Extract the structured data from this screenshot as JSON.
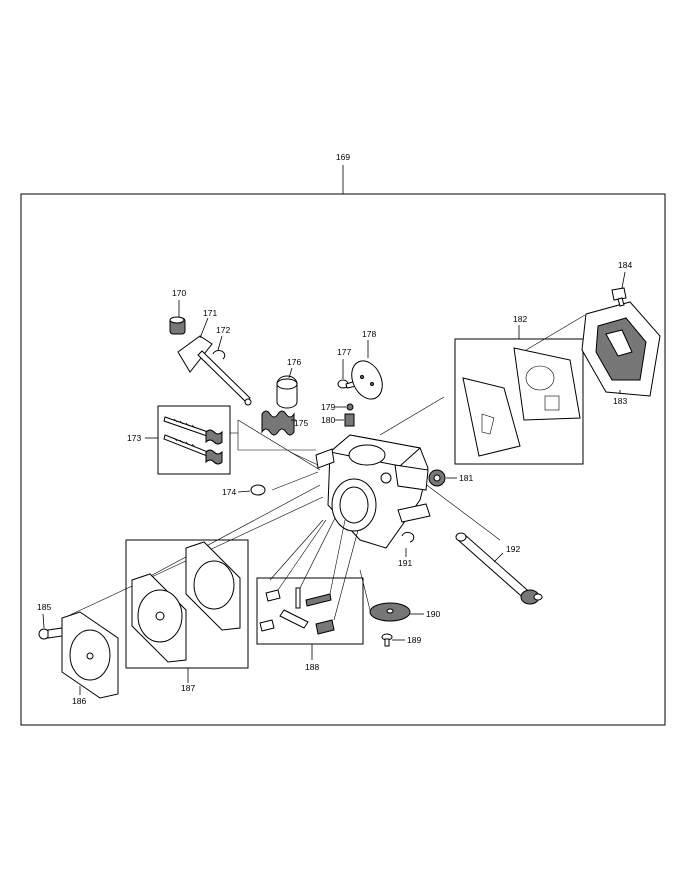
{
  "diagram": {
    "assembly_label": "169",
    "parts": [
      {
        "id": "p170",
        "label": "170"
      },
      {
        "id": "p171",
        "label": "171"
      },
      {
        "id": "p172",
        "label": "172"
      },
      {
        "id": "p173",
        "label": "173"
      },
      {
        "id": "p174",
        "label": "174"
      },
      {
        "id": "p175",
        "label": "175"
      },
      {
        "id": "p176",
        "label": "176"
      },
      {
        "id": "p177",
        "label": "177"
      },
      {
        "id": "p178",
        "label": "178"
      },
      {
        "id": "p179",
        "label": "179"
      },
      {
        "id": "p180",
        "label": "180"
      },
      {
        "id": "p181",
        "label": "181"
      },
      {
        "id": "p182",
        "label": "182"
      },
      {
        "id": "p183",
        "label": "183"
      },
      {
        "id": "p184",
        "label": "184"
      },
      {
        "id": "p185",
        "label": "185"
      },
      {
        "id": "p186",
        "label": "186"
      },
      {
        "id": "p187",
        "label": "187"
      },
      {
        "id": "p188",
        "label": "188"
      },
      {
        "id": "p189",
        "label": "189"
      },
      {
        "id": "p190",
        "label": "190"
      },
      {
        "id": "p191",
        "label": "191"
      },
      {
        "id": "p192",
        "label": "192"
      }
    ]
  }
}
